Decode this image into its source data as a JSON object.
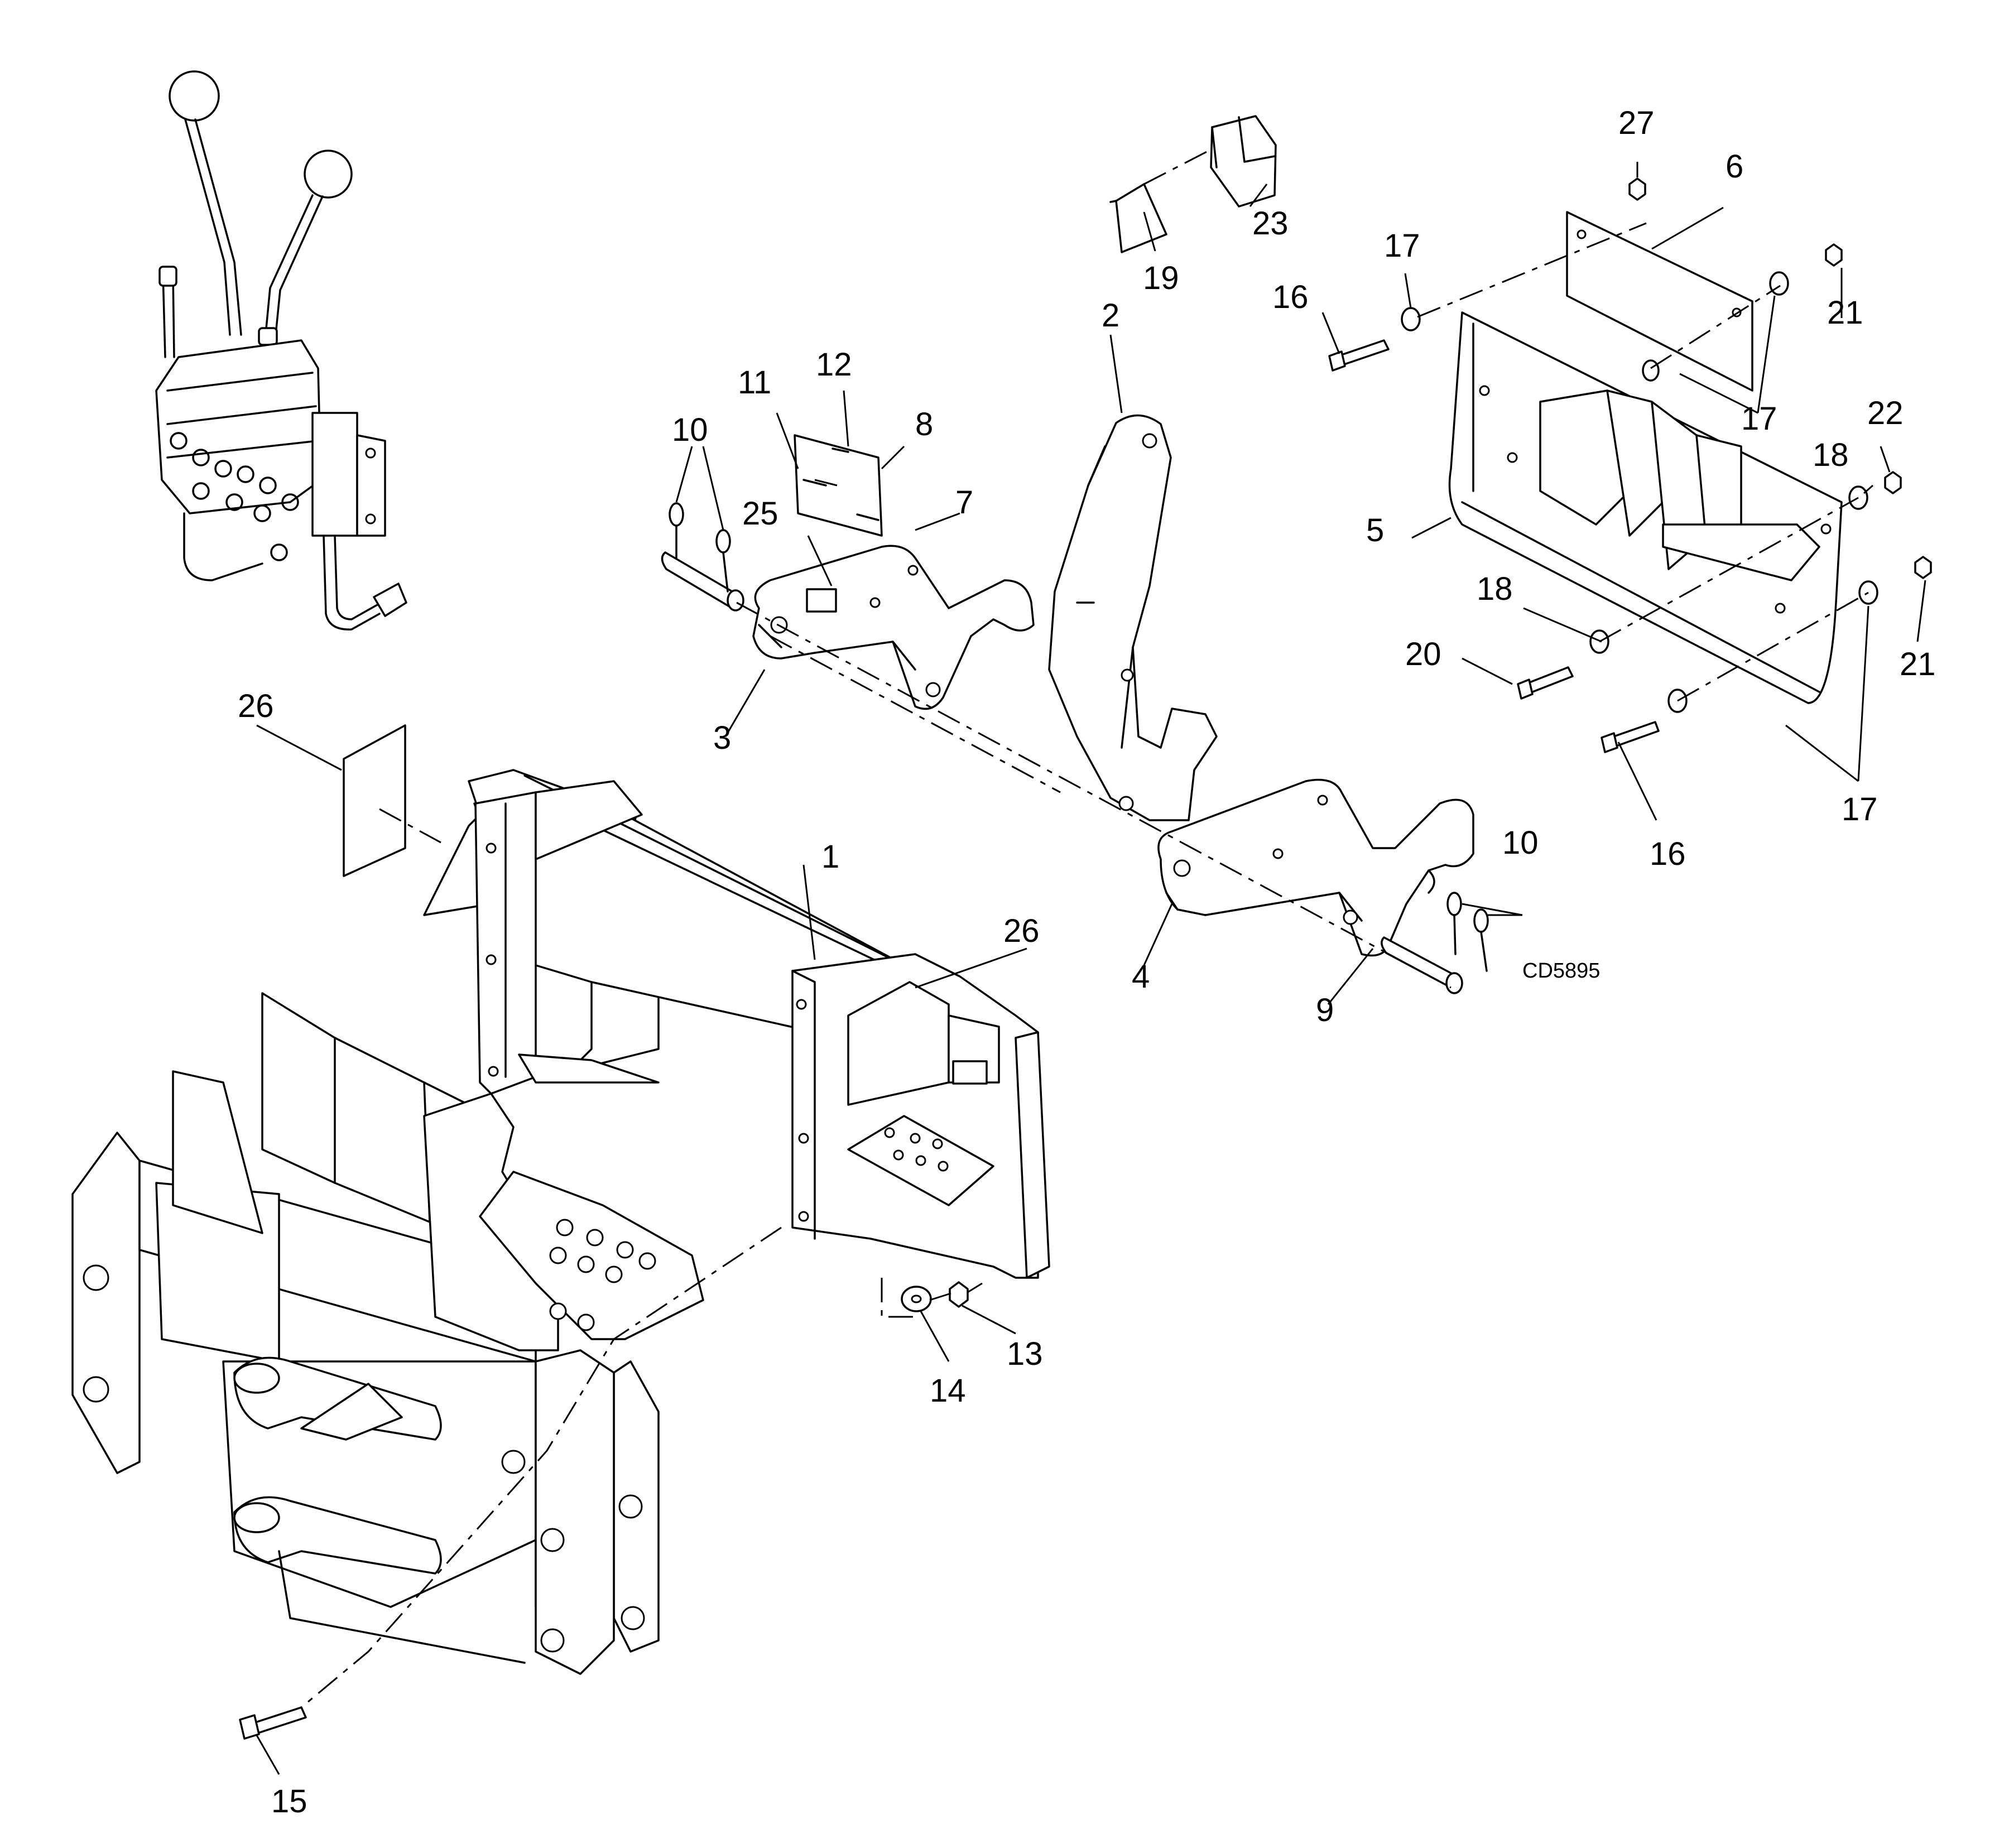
{
  "figure_code": "CD5895",
  "callouts": {
    "c1": "1",
    "c2": "2",
    "c3": "3",
    "c4": "4",
    "c5": "5",
    "c6": "6",
    "c7": "7",
    "c8": "8",
    "c9": "9",
    "c10a": "10",
    "c10b": "10",
    "c11": "11",
    "c12": "12",
    "c13": "13",
    "c14": "14",
    "c15": "15",
    "c16a": "16",
    "c16b": "16",
    "c17a": "17",
    "c17b": "17",
    "c17c": "17",
    "c18a": "18",
    "c18b": "18",
    "c19": "19",
    "c20": "20",
    "c21a": "21",
    "c21b": "21",
    "c22": "22",
    "c23": "23",
    "c25": "25",
    "c26a": "26",
    "c26b": "26",
    "c27": "27"
  }
}
